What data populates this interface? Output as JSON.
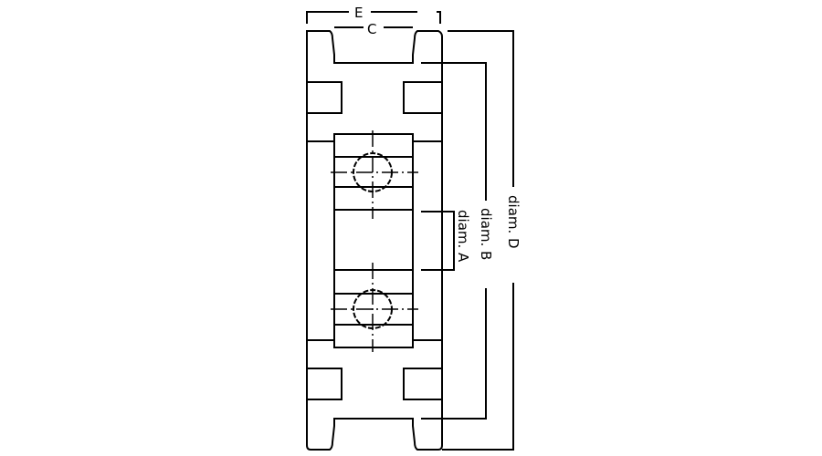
{
  "title": "Bearing wheel cross-section",
  "labels": {
    "E": "E",
    "C": "C",
    "diam_D": "diam. D",
    "diam_B": "diam. B",
    "diam_A": "diam. A"
  }
}
